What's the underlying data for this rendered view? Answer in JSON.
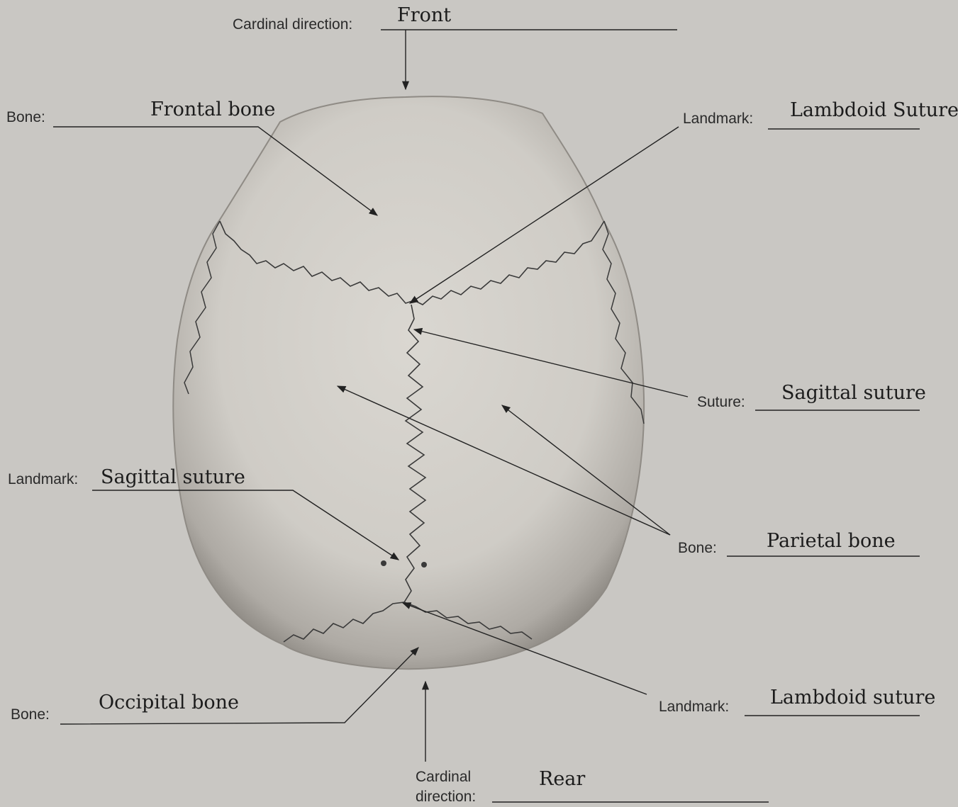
{
  "annotations": {
    "front": {
      "prompt": "Cardinal direction:",
      "answer": "Front"
    },
    "frontal_bone": {
      "prompt": "Bone:",
      "answer": "Frontal  bone"
    },
    "landmark_top": {
      "prompt": "Landmark:",
      "answer": "Lambdoid Suture"
    },
    "suture_right": {
      "prompt": "Suture:",
      "answer": "Sagittal suture"
    },
    "landmark_left": {
      "prompt": "Landmark:",
      "answer": "Sagittal suture"
    },
    "parietal_bone": {
      "prompt": "Bone:",
      "answer": "Parietal bone"
    },
    "occipital_bone": {
      "prompt": "Bone:",
      "answer": "Occipital bone"
    },
    "landmark_bottom": {
      "prompt": "Landmark:",
      "answer": "Lambdoid suture"
    },
    "rear": {
      "prompt_line1": "Cardinal",
      "prompt_line2": "direction:",
      "answer": "Rear"
    }
  },
  "colors": {
    "background": "#c9c7c3",
    "skull": "#d6d3cd",
    "shadow": "#8f8b85",
    "line": "#222222"
  }
}
